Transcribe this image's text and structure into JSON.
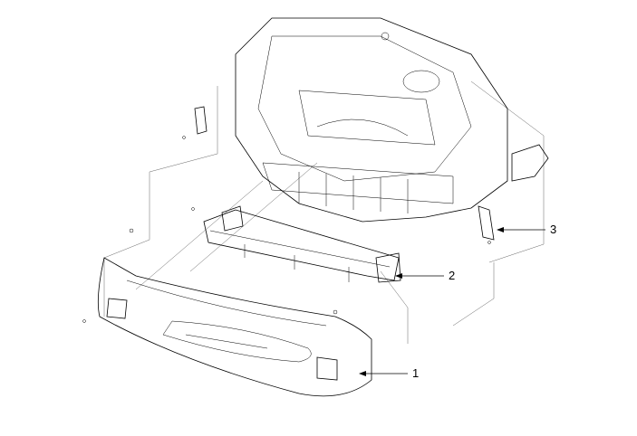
{
  "diagram": {
    "callouts": [
      {
        "number": "1",
        "part": "front-bumper-cover"
      },
      {
        "number": "2",
        "part": "bumper-beam"
      },
      {
        "number": "3",
        "part": "bracket"
      }
    ]
  }
}
